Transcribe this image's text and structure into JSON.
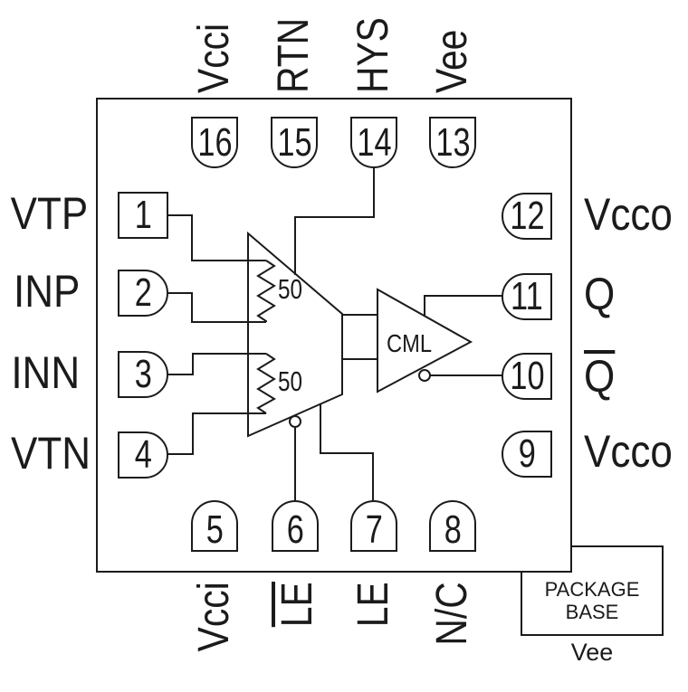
{
  "figure": {
    "background": "#ffffff",
    "ink_color": "#1b1b1b",
    "kind": "16-pin IC package pinout with internal comparator schematic"
  },
  "comparator": {
    "input_resistor_top": "50",
    "input_resistor_bottom": "50",
    "output_stage": "CML"
  },
  "package_base": {
    "line1": "PACKAGE",
    "line2": "BASE",
    "label_below": "Vee"
  },
  "pins": {
    "top": [
      {
        "number": "16",
        "label": "Vcci"
      },
      {
        "number": "15",
        "label": "RTN"
      },
      {
        "number": "14",
        "label": "HYS"
      },
      {
        "number": "13",
        "label": "Vee"
      }
    ],
    "left": [
      {
        "number": "1",
        "label": "VTP"
      },
      {
        "number": "2",
        "label": "INP"
      },
      {
        "number": "3",
        "label": "INN"
      },
      {
        "number": "4",
        "label": "VTN"
      }
    ],
    "right": [
      {
        "number": "12",
        "label": "Vcco"
      },
      {
        "number": "11",
        "label": "Q"
      },
      {
        "number": "10",
        "label": "Q",
        "overline": true
      },
      {
        "number": "9",
        "label": "Vcco"
      }
    ],
    "bottom": [
      {
        "number": "5",
        "label": "Vcci"
      },
      {
        "number": "6",
        "label": "LE",
        "overline": true
      },
      {
        "number": "7",
        "label": "LE"
      },
      {
        "number": "8",
        "label": "N/C"
      }
    ]
  }
}
